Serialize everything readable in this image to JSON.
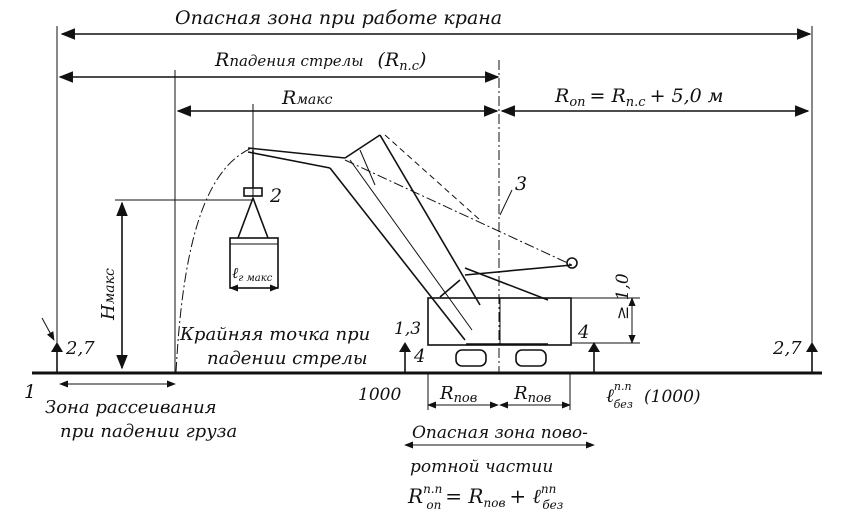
{
  "labels": {
    "crane_danger_zone": "Опасная зона при работе крана",
    "boom_fall_radius": "R",
    "boom_fall_radius_sub": "падения стрелы",
    "boom_fall_radius_paren": "(R",
    "boom_fall_radius_paren_sub": "п.с",
    "boom_fall_radius_paren_close": ")",
    "r_max": "R",
    "r_max_sub": "макс",
    "r_op_formula": "R",
    "r_op_sub": "оп",
    "r_op_rest": "= R",
    "r_op_rest_sub": "п.с",
    "r_op_tail": "+ 5,0 м",
    "h_max": "H",
    "h_max_sub": "макс",
    "load_length": "ℓ",
    "load_length_sub": "г макс",
    "num_1": "1",
    "num_2": "2",
    "num_3": "3",
    "num_4_left": "4",
    "num_4_right": "4",
    "height_left": "2,7",
    "height_right": "2,7",
    "height_mid": "1,3",
    "height_ge": "≥ 1,0",
    "boom_fall_point_line1": "Крайняя точка при",
    "boom_fall_point_line2": "падении стрелы",
    "scatter_zone_line1": "Зона рассеивания",
    "scatter_zone_line2": "при падении груза",
    "dim_1000_left": "1000",
    "r_pov_left": "R",
    "r_pov_left_sub": "пов",
    "r_pov_right": "R",
    "r_pov_right_sub": "пов",
    "l_bez": "ℓ",
    "l_bez_sup": "п.п",
    "l_bez_sub": "без",
    "dim_1000_right": "(1000)",
    "rotary_zone_line1": "Опасная зона пово-",
    "rotary_zone_line2": "ротной частии",
    "r_op_pp": "R",
    "r_op_pp_sup": "п.п",
    "r_op_pp_sub": "оп",
    "r_op_pp_eq": "= R",
    "r_op_pp_eq_sub": "пов",
    "r_op_pp_plus": "+ ℓ",
    "r_op_pp_plus_sup": "пп",
    "r_op_pp_plus_sub": "без"
  }
}
